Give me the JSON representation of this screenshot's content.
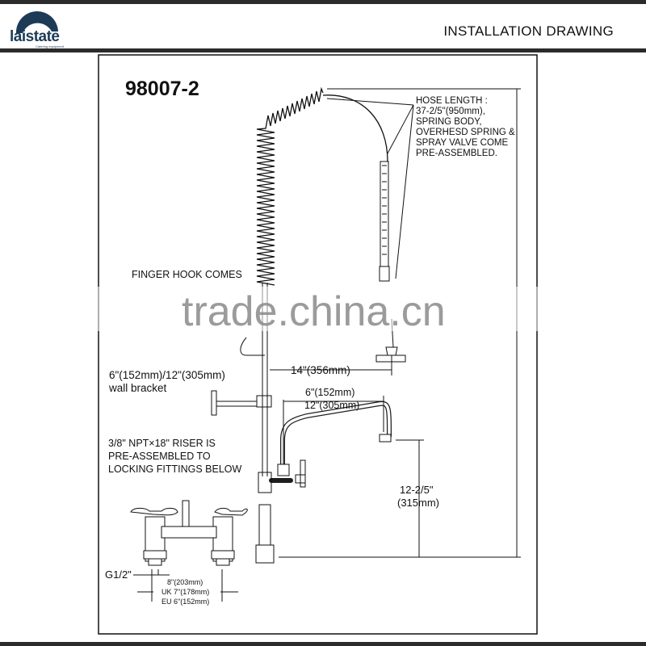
{
  "header": {
    "brand": "laistate",
    "brand_tagline": "Catering equipment",
    "title": "INSTALLATION DRAWING"
  },
  "drawing": {
    "model": "98007-2",
    "hose_note": [
      "HOSE LENGTH :",
      "37-2/5\"(950mm),",
      "SPRING BODY,",
      "OVERHESD SPRING &",
      "SPRAY VALVE COME",
      "PRE-ASSEMBLED."
    ],
    "finger_hook": "FINGER HOOK COMES",
    "wall_bracket": [
      "6\"(152mm)/12\"(305mm)",
      "wall bracket"
    ],
    "offset_14": "14\"(356mm)",
    "spout_length": [
      "6\"(152mm)",
      "12\"(305mm)"
    ],
    "riser_note": [
      "3/8\" NPT×18\" RISER IS",
      "PRE-ASSEMBLED TO",
      "LOCKING FITTINGS BELOW"
    ],
    "spout_height": [
      "12-2/5\"",
      "(315mm)"
    ],
    "thread": "G1/2\"",
    "centers": [
      "8\"(203mm)",
      "UK 7\"(178mm)",
      "EU 6\"(152mm)"
    ]
  },
  "watermark": "trade.china.cn"
}
